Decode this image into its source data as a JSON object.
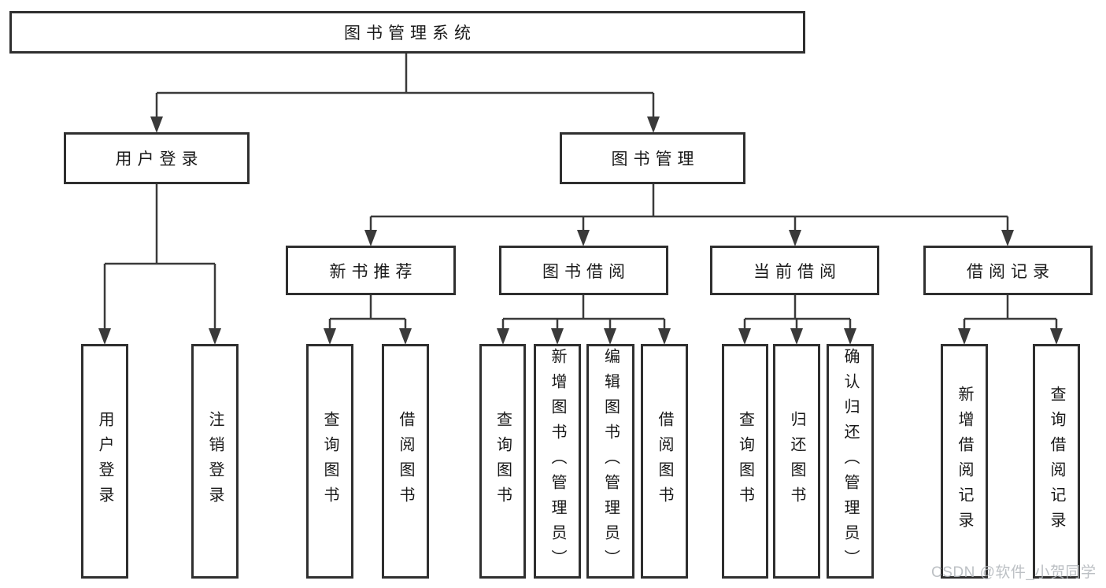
{
  "tree": {
    "root": {
      "label": "图书管理系统"
    },
    "branches": [
      {
        "label": "用户登录",
        "children": [
          {
            "label": "用户登录"
          },
          {
            "label": "注销登录"
          }
        ]
      },
      {
        "label": "图书管理",
        "sections": [
          {
            "label": "新书推荐",
            "children": [
              {
                "label": "查询图书"
              },
              {
                "label": "借阅图书"
              }
            ]
          },
          {
            "label": "图书借阅",
            "children": [
              {
                "label": "查询图书"
              },
              {
                "label": "新增图书（管理员）"
              },
              {
                "label": "编辑图书（管理员）"
              },
              {
                "label": "借阅图书"
              }
            ]
          },
          {
            "label": "当前借阅",
            "children": [
              {
                "label": "查询图书"
              },
              {
                "label": "归还图书"
              },
              {
                "label": "确认归还（管理员）"
              }
            ]
          },
          {
            "label": "借阅记录",
            "children": [
              {
                "label": "新增借阅记录"
              },
              {
                "label": "查询借阅记录"
              }
            ]
          }
        ]
      }
    ]
  },
  "watermark": {
    "text": "CSDN @软件_小贺同学"
  },
  "colors": {
    "line": "#3a3a3a",
    "box_border": "#2f2f2f",
    "box_fill": "#ffffff",
    "text": "#1a1a1a",
    "background": "#ffffff",
    "watermark": "#b0b5ba"
  }
}
